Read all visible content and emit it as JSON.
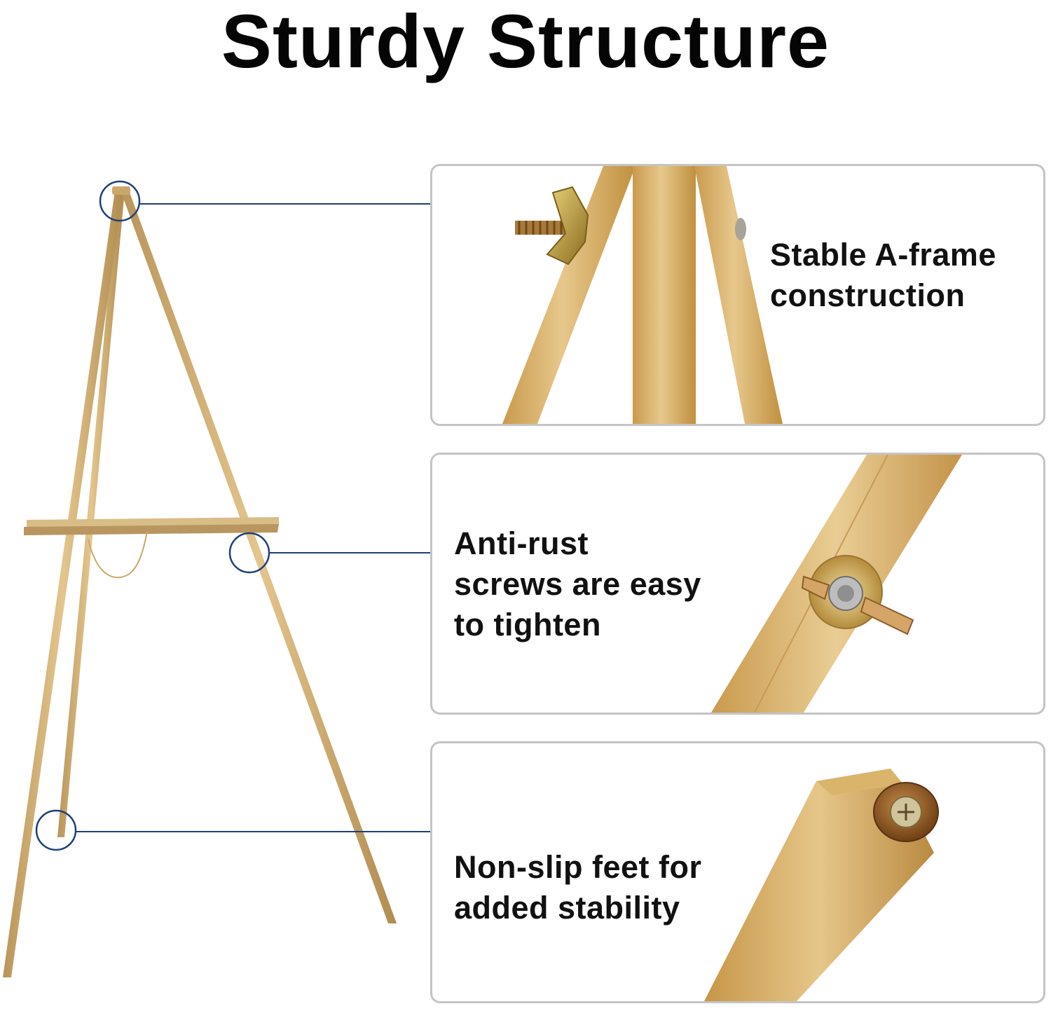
{
  "header": {
    "title": "Sturdy Structure"
  },
  "colors": {
    "callout_line": "#1f3f7a",
    "panel_border": "#c4c4c4",
    "wood": "#d9b46a",
    "easel_gold": "#c9a766"
  },
  "features": [
    {
      "id": "a-frame",
      "line1": "Stable A-frame",
      "line2": "construction",
      "icon": "wing-nut-joint-icon"
    },
    {
      "id": "screws",
      "line1": "Anti-rust",
      "line2": "screws are easy",
      "line3": "to tighten",
      "icon": "wing-screw-icon"
    },
    {
      "id": "feet",
      "line1": "Non-slip feet for",
      "line2": "added stability",
      "icon": "rubber-foot-icon"
    }
  ]
}
